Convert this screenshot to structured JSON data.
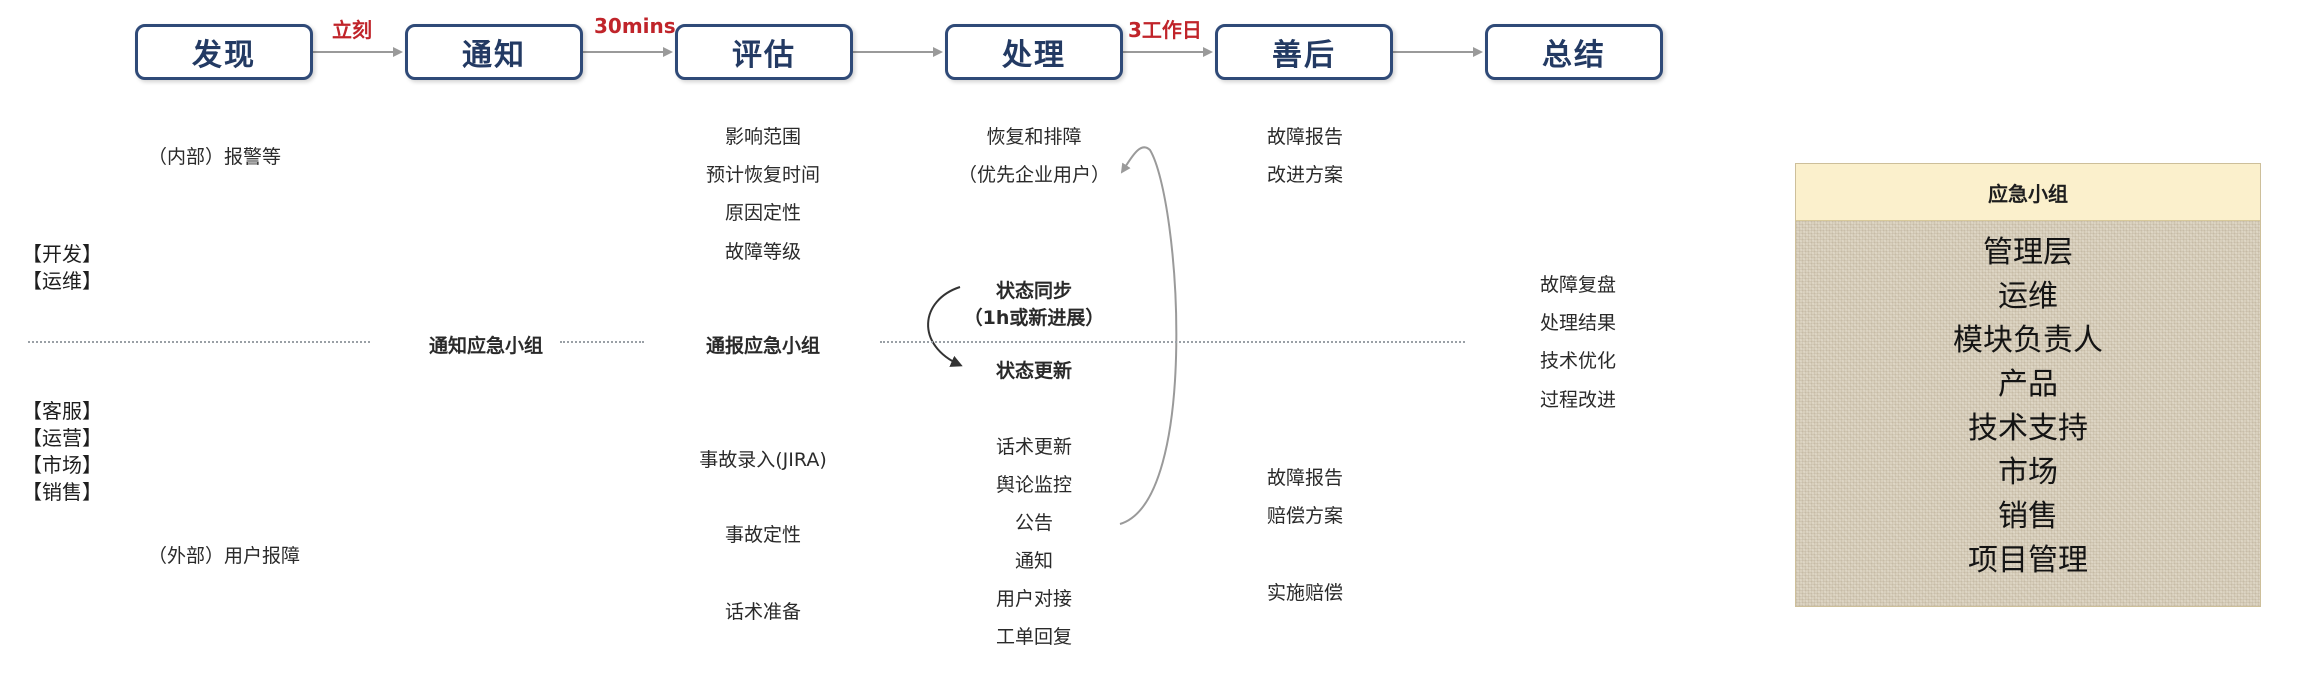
{
  "stages": [
    {
      "label": "发现"
    },
    {
      "label": "通知"
    },
    {
      "label": "评估"
    },
    {
      "label": "处理"
    },
    {
      "label": "善后"
    },
    {
      "label": "总结"
    }
  ],
  "arrow_labels": {
    "discover_to_notify": "立刻",
    "notify_to_assess": "30mins",
    "handle_to_aftercare": "3工作日"
  },
  "discover": {
    "internal": "（内部）报警等",
    "external": "（外部）用户报障",
    "internal_roles": [
      "【开发】",
      "【运维】"
    ],
    "external_roles": [
      "【客服】",
      "【运营】",
      "【市场】",
      "【销售】"
    ]
  },
  "notify": {
    "center": "通知应急小组"
  },
  "assess": {
    "top_items": [
      "影响范围",
      "预计恢复时间",
      "原因定性",
      "故障等级"
    ],
    "center": "通报应急小组",
    "bottom_items": [
      "事故录入(JIRA)",
      "事故定性",
      "话术准备"
    ]
  },
  "handle": {
    "top_line1": "恢复和排障",
    "top_line2": "（优先企业用户）",
    "sync_line1": "状态同步",
    "sync_line2": "（1h或新进展）",
    "update": "状态更新",
    "bottom_items": [
      "话术更新",
      "舆论监控",
      "公告",
      "通知",
      "用户对接",
      "工单回复"
    ]
  },
  "aftercare": {
    "top_items": [
      "故障报告",
      "改进方案"
    ],
    "bottom_items": [
      "故障报告",
      "赔偿方案"
    ],
    "last": "实施赔偿"
  },
  "summary": {
    "items": [
      "故障复盘",
      "处理结果",
      "技术优化",
      "过程改进"
    ]
  },
  "panel": {
    "title": "应急小组",
    "members": [
      "管理层",
      "运维",
      "模块负责人",
      "产品",
      "技术支持",
      "市场",
      "销售",
      "项目管理"
    ]
  },
  "colors": {
    "box_border": "#2f4a78",
    "box_text": "#233a63",
    "arrow_label": "#c0242a",
    "connector": "#9a9a9a"
  }
}
